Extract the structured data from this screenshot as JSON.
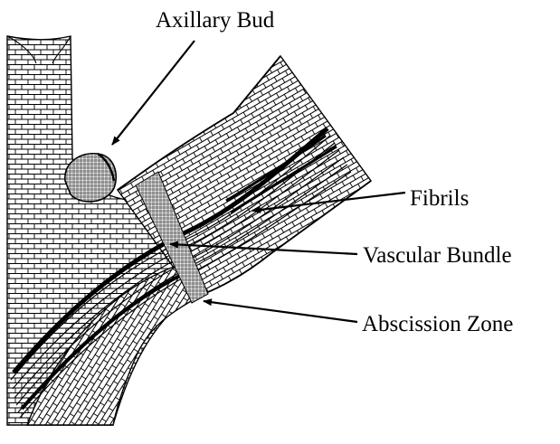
{
  "labels": {
    "axillary_bud": "Axillary Bud",
    "fibrils": "Fibrils",
    "vascular_bundle": "Vascular Bundle",
    "abscission_zone": "Abscission Zone"
  },
  "colors": {
    "ink": "#000000",
    "background": "#ffffff"
  }
}
